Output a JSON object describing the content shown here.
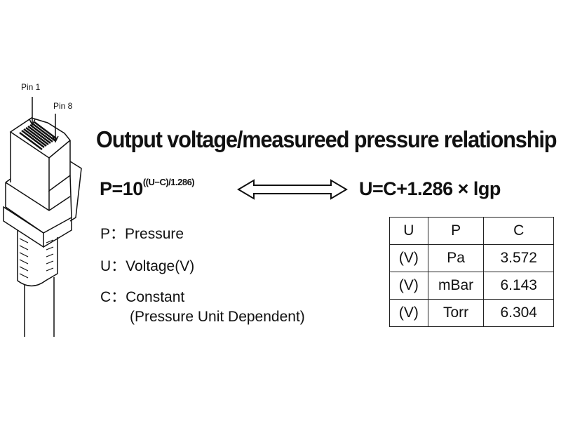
{
  "connector": {
    "pin1_label": "Pin 1",
    "pin8_label": "Pin 8"
  },
  "title": "Output voltage/measureed pressure relationship",
  "formula_left": {
    "base": "P=10",
    "exponent": "((U−C)/1.286)"
  },
  "formula_right": "U=C+1.286 × lgp",
  "legend": [
    {
      "symbol": "P：",
      "text": "Pressure"
    },
    {
      "symbol": "U：",
      "text": "Voltage(V)"
    },
    {
      "symbol": "C：",
      "text": "Constant"
    }
  ],
  "legend_note": "(Pressure Unit Dependent)",
  "table": {
    "headers": [
      "U",
      "P",
      "C"
    ],
    "rows": [
      [
        "(V)",
        "Pa",
        "3.572"
      ],
      [
        "(V)",
        "mBar",
        "6.143"
      ],
      [
        "(V)",
        "Torr",
        "6.304"
      ]
    ]
  }
}
